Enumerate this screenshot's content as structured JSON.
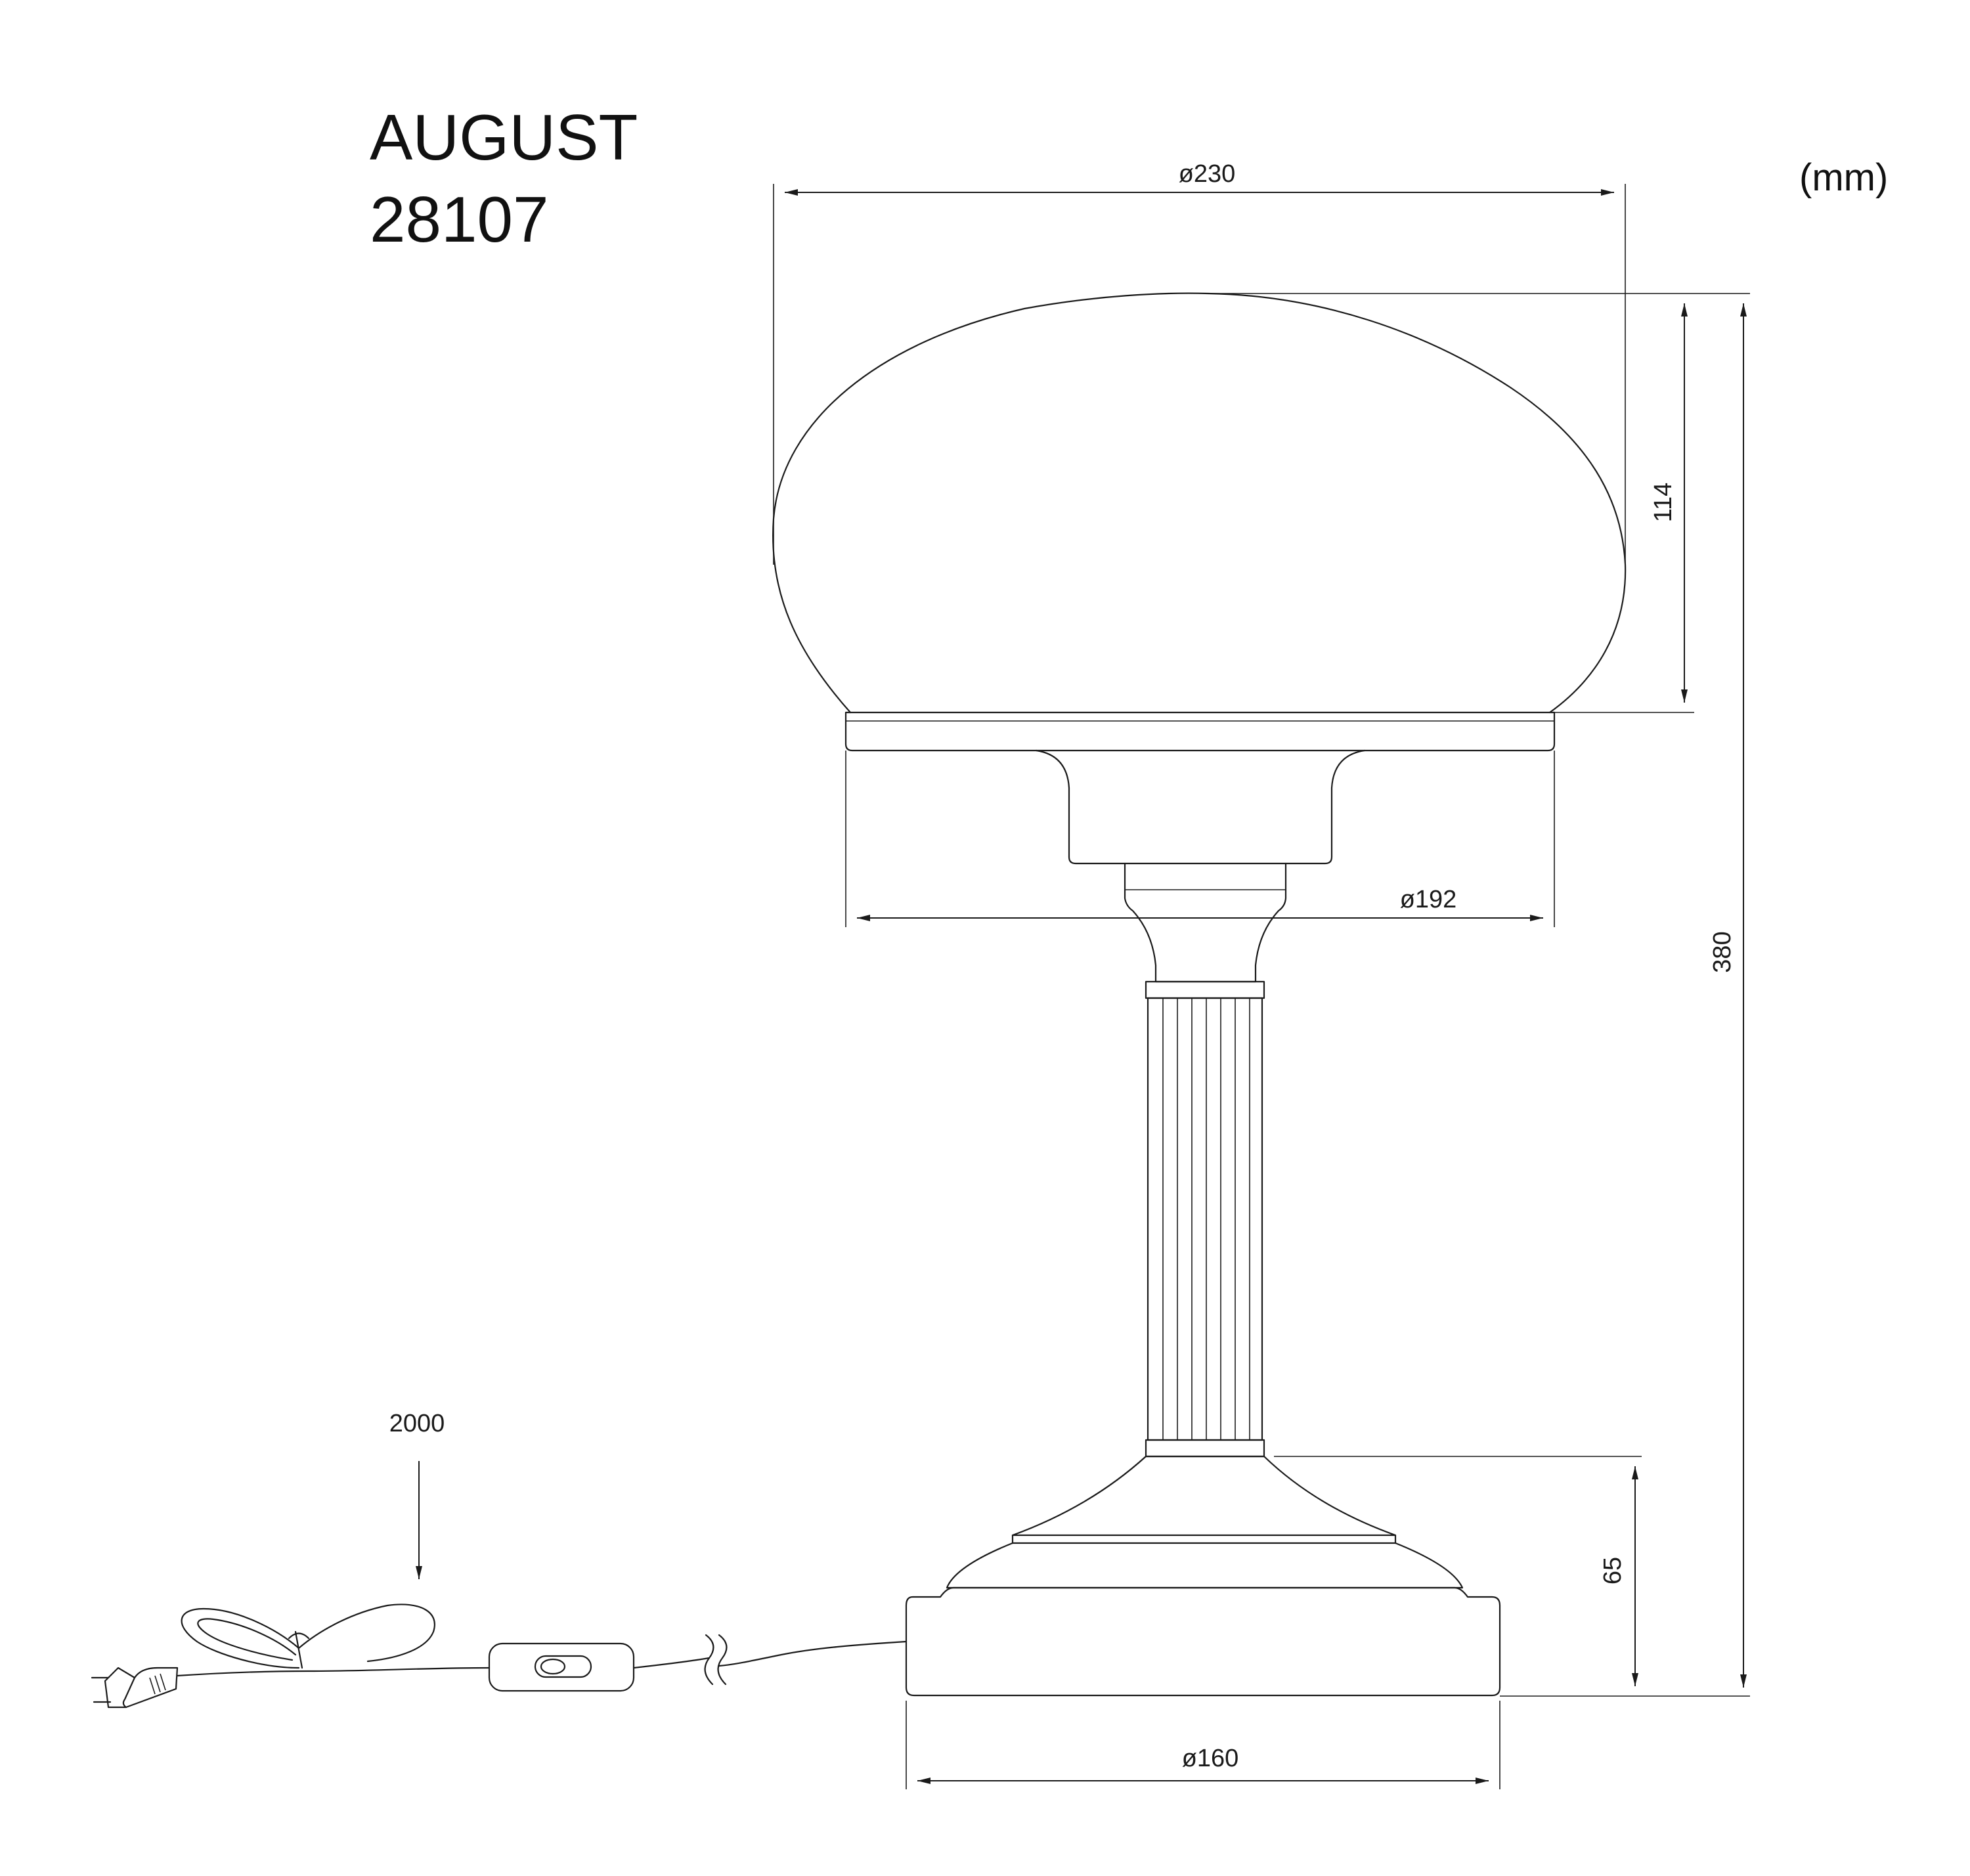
{
  "product": {
    "name": "AUGUST",
    "code": "28107"
  },
  "unit_label": "(mm)",
  "dimensions": {
    "shade_diameter": "ø230",
    "shade_height": "114",
    "total_height": "380",
    "holder_diameter": "ø192",
    "base_height": "65",
    "base_diameter": "ø160",
    "cable_length": "2000"
  },
  "colors": {
    "line": "#1a1a1a",
    "background": "#ffffff"
  }
}
